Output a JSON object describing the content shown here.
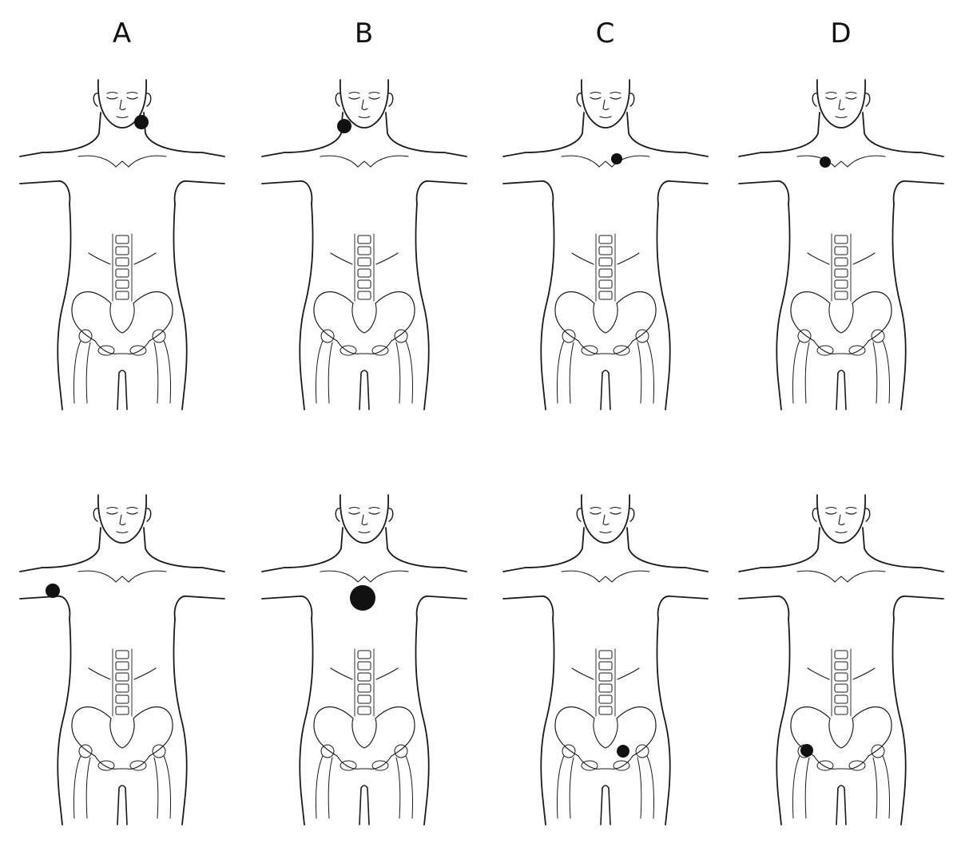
{
  "columns": [
    "A",
    "B",
    "C",
    "D"
  ],
  "colors": {
    "ink": "#1a1a1a",
    "marker": "#111111"
  },
  "figures": [
    {
      "column": "A",
      "row": 1,
      "marker": "right-jaw-neck"
    },
    {
      "column": "B",
      "row": 1,
      "marker": "left-jaw-neck"
    },
    {
      "column": "C",
      "row": 1,
      "marker": "right-clavicle"
    },
    {
      "column": "D",
      "row": 1,
      "marker": "left-clavicle"
    },
    {
      "column": "A",
      "row": 2,
      "marker": "left-shoulder"
    },
    {
      "column": "B",
      "row": 2,
      "marker": "central-chest"
    },
    {
      "column": "C",
      "row": 2,
      "marker": "right-groin"
    },
    {
      "column": "D",
      "row": 2,
      "marker": "left-groin"
    }
  ]
}
